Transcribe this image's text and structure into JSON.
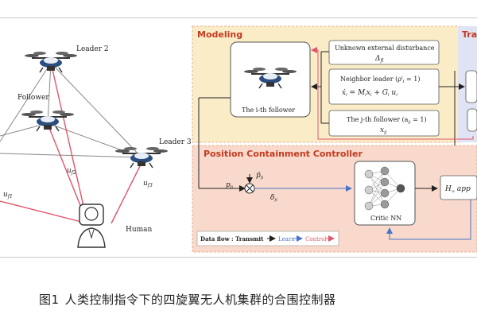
{
  "scene": {
    "leader2": "Leader 2",
    "leader3": "Leader 3",
    "follower": "Follower",
    "human": "Human",
    "u_f1": "u",
    "u_f1_sub": "f1",
    "u_f2": "u",
    "u_f2_sub": "f2",
    "u_f3": "u",
    "u_f3_sub": "f3"
  },
  "modeling": {
    "title": "Modeling",
    "follower_label": "The i-th follower",
    "disturbance": "Unknown external disturbance",
    "disturbance_symbol": "Δ",
    "disturbance_sub": "fi",
    "neighbor_leader": "Neighbor leader (ρ",
    "neighbor_leader_tail": " = 1)",
    "neighbor_equation": "ẋ",
    "neighbor_equation_tail": " = M",
    "neighbor_equation_rest": "x",
    "neighbor_equation_end": " + G",
    "jth_follower": "The j-th follower (a",
    "jth_follower_tail": " = 1)",
    "jth_symbol": "x"
  },
  "tracking": {
    "title": "Tra"
  },
  "controller": {
    "title": "Position Containment Controller",
    "p_fi": "p",
    "p_fi_sub": "fi",
    "pbar_fi": "p̄",
    "pbar_sub": "fi",
    "delta_fi": "δ",
    "delta_sub": "fi",
    "critic": "Critic NN",
    "h_label": "H",
    "h_sub": "∞",
    "h_tail": " app"
  },
  "legend": {
    "prefix": "Data flow : Transmit",
    "learn": "Learn",
    "control": "Control"
  },
  "caption": {
    "fig": "图1",
    "text": "人类控制指令下的四旋翼无人机集群的合围控制器"
  },
  "colors": {
    "modeling_bg": "#fbecc8",
    "tracking_bg": "#dfe3f3",
    "controller_bg": "#f8d9cc",
    "title_red": "#c23b20",
    "learn_blue": "#4a73c9",
    "control_red": "#e0556a"
  }
}
